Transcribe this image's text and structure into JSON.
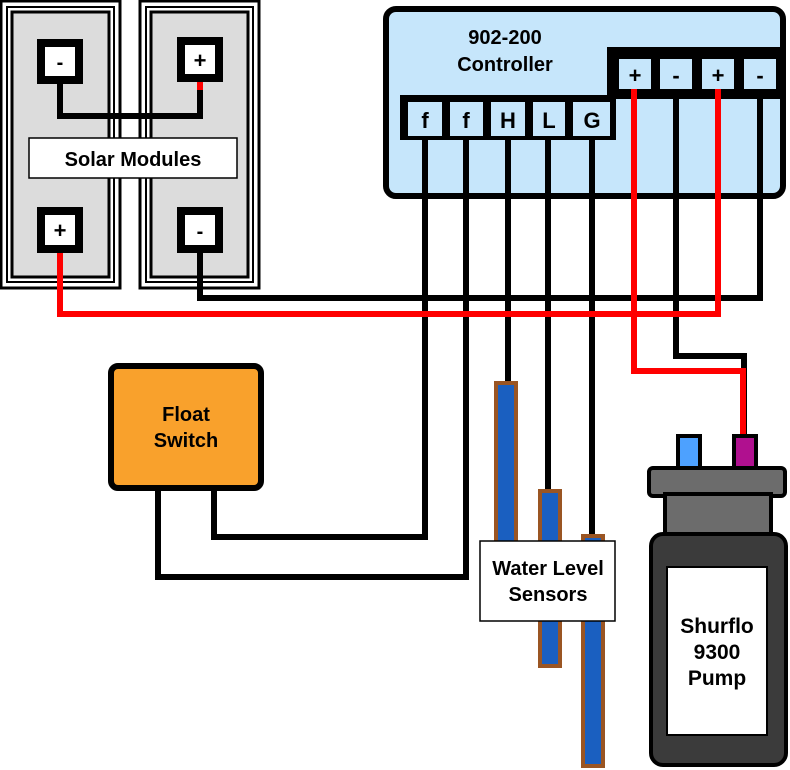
{
  "solar": {
    "label": "Solar Modules",
    "terminals": {
      "top_left": "-",
      "top_right": "+",
      "bottom_left": "+",
      "bottom_right": "-"
    }
  },
  "controller": {
    "model": "902-200",
    "name": "Controller",
    "sensor_terminals": [
      "f",
      "f",
      "H",
      "L",
      "G"
    ],
    "power_terminals": [
      "+",
      "-",
      "+",
      "-"
    ]
  },
  "float_switch": {
    "line1": "Float",
    "line2": "Switch"
  },
  "sensors": {
    "line1": "Water Level",
    "line2": "Sensors"
  },
  "pump": {
    "line1": "Shurflo",
    "line2": "9300",
    "line3": "Pump"
  },
  "colors": {
    "positive_wire": "#ff0000",
    "negative_wire": "#000000",
    "controller_fill": "#c6e6fb",
    "solar_panel_fill": "#dcdcdc",
    "float_switch_fill": "#f9a12c",
    "sensor_rod": "#1a5fc0",
    "sensor_rod_border": "#9a5523",
    "pump_body": "#3b3b3b",
    "pump_cap": "#6c6c6c",
    "pump_post_blue": "#4da1ff",
    "pump_post_magenta": "#b0108f"
  }
}
